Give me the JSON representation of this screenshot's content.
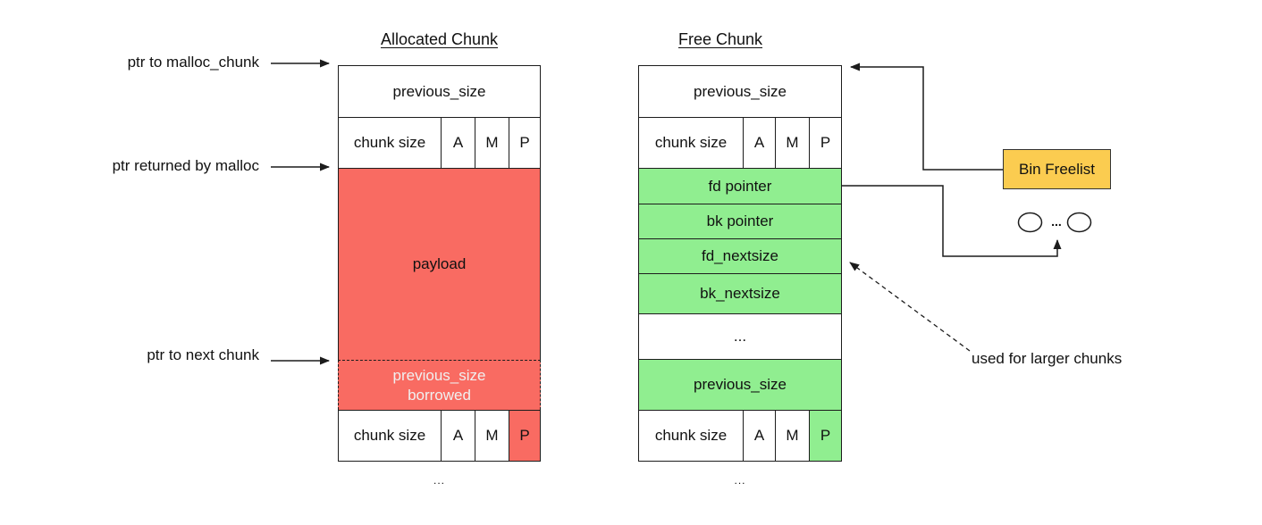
{
  "allocated_chunk": {
    "title": "Allocated Chunk",
    "previous_size": "previous_size",
    "chunk_size": "chunk size",
    "flags": [
      "A",
      "M",
      "P"
    ],
    "payload": "payload",
    "borrowed_line1": "previous_size",
    "borrowed_line2": "borrowed",
    "bottom_chunk_size": "chunk size",
    "bottom_flags": [
      "A",
      "M",
      "P"
    ],
    "ellipsis": "..."
  },
  "free_chunk": {
    "title": "Free Chunk",
    "previous_size": "previous_size",
    "chunk_size": "chunk size",
    "flags": [
      "A",
      "M",
      "P"
    ],
    "fd_pointer": "fd pointer",
    "bk_pointer": "bk pointer",
    "fd_nextsize": "fd_nextsize",
    "bk_nextsize": "bk_nextsize",
    "middle_ellipsis": "...",
    "previous_size_green": "previous_size",
    "bottom_chunk_size": "chunk size",
    "bottom_flags": [
      "A",
      "M",
      "P"
    ],
    "ellipsis": "..."
  },
  "annotations": {
    "ptr_to_malloc_chunk": "ptr to malloc_chunk",
    "ptr_returned_by_malloc": "ptr returned by malloc",
    "ptr_to_next_chunk": "ptr to next chunk",
    "used_for_larger_chunks": "used for larger chunks",
    "bin_freelist": "Bin Freelist",
    "bins_ellipsis": "..."
  },
  "colors": {
    "allocated_fill": "#F96B62",
    "free_fill": "#90EE90",
    "bin_freelist_fill": "#FBCC50",
    "line": "#1c1c1c",
    "borrowed_text": "#F0F0F0"
  }
}
